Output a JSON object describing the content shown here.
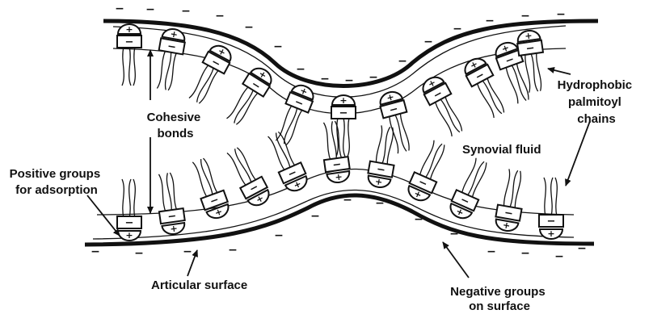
{
  "labels": {
    "cohesive_bonds": [
      "Cohesive",
      "bonds"
    ],
    "positive_groups": [
      "Positive groups",
      "for adsorption"
    ],
    "articular_surface": "Articular surface",
    "synovial_fluid": "Synovial fluid",
    "hydrophobic_chains": [
      "Hydrophobic",
      "palmitoyl",
      "chains"
    ],
    "negative_groups": [
      "Negative groups",
      "on surface"
    ]
  },
  "symbols": {
    "positive": "+",
    "negative": "−"
  }
}
